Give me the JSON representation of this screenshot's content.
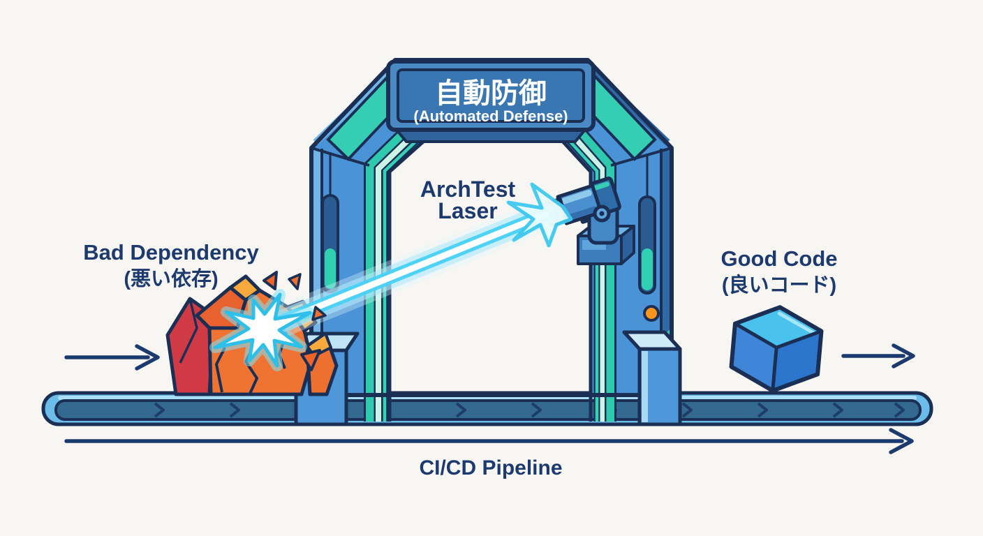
{
  "gate": {
    "sign_title_jp": "自動防御",
    "sign_title_en": "(Automated Defense)"
  },
  "laser": {
    "label_line1": "ArchTest",
    "label_line2": "Laser"
  },
  "bad_dependency": {
    "label_en": "Bad Dependency",
    "label_jp": "(悪い依存)"
  },
  "good_code": {
    "label_en": "Good Code",
    "label_jp": "(良いコード)"
  },
  "pipeline": {
    "label": "CI/CD Pipeline"
  },
  "colors": {
    "background": "#f8f6f2",
    "outline_navy": "#1b2f55",
    "text_navy": "#1c3a6e",
    "arch_blue": "#4a93d6",
    "teal_accent": "#2fc9ae",
    "mint_stripe": "#ccf4e6",
    "sign_panel_blue": "#3a76b2",
    "sign_text": "#ffffff",
    "belt_light_blue": "#6cbcea",
    "belt_dark_blue": "#33688f",
    "laser_core": "#ffffff",
    "laser_glow_cyan": "#49d1f4",
    "crystal_orange": "#ef7433",
    "crystal_red": "#cf3a45",
    "crystal_amber": "#f8a93c",
    "cube_top_blue": "#49c2ee",
    "cube_side_blue": "#3f86d8",
    "cube_front_blue": "#2b76cc",
    "indicator_orange": "#f8951d"
  }
}
